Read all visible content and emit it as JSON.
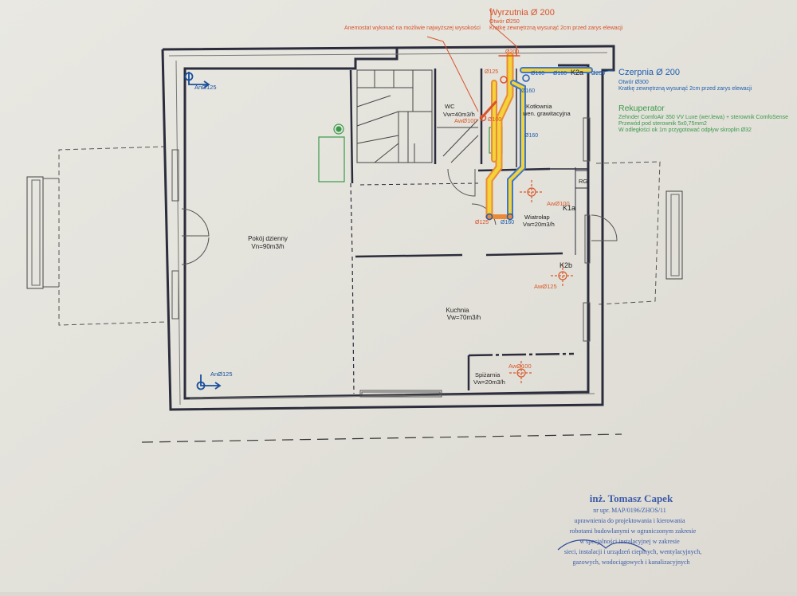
{
  "rooms": {
    "living": {
      "name": "Pokój dzienny",
      "flow": "Vn=90m3/h"
    },
    "kitchen": {
      "name": "Kuchnia",
      "flow": "Vw=70m3/h"
    },
    "wc": {
      "name": "WC",
      "flow": "Vw=40m3/h"
    },
    "boiler": {
      "name": "Kotłownia",
      "sub": "wen. grawitacyjna"
    },
    "vestibule": {
      "name": "Wiatrołap",
      "flow": "Vw=20m3/h"
    },
    "pantry": {
      "name": "Spiżarnia",
      "flow": "Vw=20m3/h"
    }
  },
  "diffusers": {
    "living_top": "AnØ125",
    "living_bottom": "AnØ125",
    "wc": "AwØ100",
    "vestibule": "AwØ100",
    "kitchen": "AwØ125",
    "pantry": "AwØ100"
  },
  "duct_labels": {
    "d200_top": "Ø200",
    "d125_top": "Ø125",
    "d160_a": "Ø160",
    "d160_b": "Ø160",
    "d200_right": "Ø200",
    "d160_mid": "Ø160",
    "d100_wc": "Ø100",
    "d160_right": "Ø160",
    "d125_bottom": "Ø125",
    "d160_bottom": "Ø160"
  },
  "markers": {
    "k2a": "K2a",
    "k1a": "K1a",
    "k2b": "K2b",
    "rg": "RG"
  },
  "notes": {
    "anemostat": "Anemostat wykonać na możliwie najwyższej wysokości",
    "exhaust_title": "Wyrzutnia Ø 200",
    "exhaust_l1": "Otwór Ø250",
    "exhaust_l2": "Kratkę zewnętrzną wysunąć 2cm przed zarys elewacji",
    "intake_title": "Czerpnia Ø 200",
    "intake_l1": "Otwór Ø300",
    "intake_l2": "Kratkę zewnętrzną wysunąć 2cm przed zarys elewacji",
    "recup_title": "Rekuperator",
    "recup_l1": "Zehnder ComfoAir 350 VV Luxe (wer.lewa) + sterownik ComfoSense",
    "recup_l2": "Przewód pod sterownik 5x0,75mm2",
    "recup_l3": "W odległości ok 1m przygotować odpływ skroplin Ø32"
  },
  "stamp": {
    "name": "inż. Tomasz Capek",
    "license": "nr upr. MAP/0196/ZHOS/11",
    "l1": "uprawnienia do projektowania i kierowania",
    "l2": "robotami budowlanymi w ograniczonym zakresie",
    "l3": "w specjalności instalacyjnej w zakresie",
    "l4": "sieci, instalacji i urządzeń cieplnych, wentylacyjnych,",
    "l5": "gazowych, wodociągowych i kanalizacyjnych"
  },
  "colors": {
    "exhaust": "#d9532b",
    "intake": "#1f5fb0",
    "recuperator": "#3a9a4a",
    "supply_diffuser": "#1a4f9c",
    "extract_diffuser": "#d95a2b",
    "stamp": "#3c5aa8",
    "duct_yellow": "#f3d23a",
    "duct_orange": "#ea8a38",
    "wall": "#2b2d3c"
  }
}
